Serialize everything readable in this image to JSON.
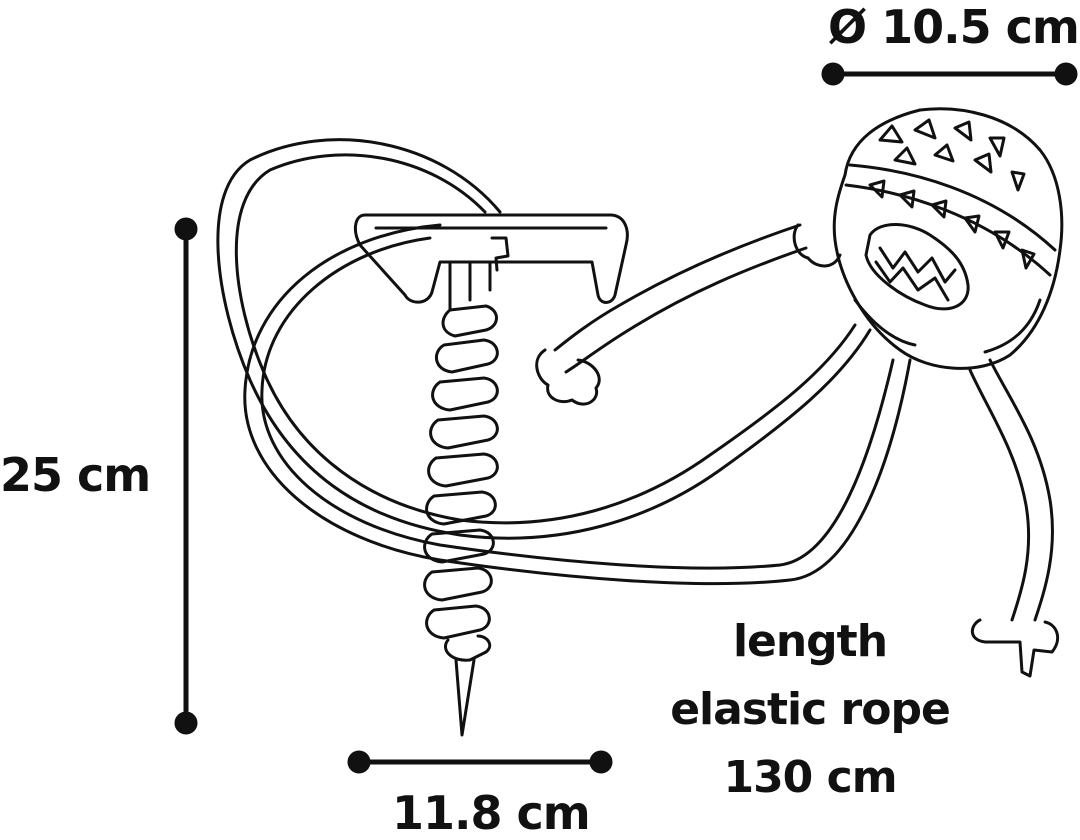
{
  "dimensions": {
    "height": "25 cm",
    "width": "11.8 cm",
    "diameter": "Ø 10.5 cm",
    "rope": {
      "line1": "length",
      "line2": "elastic rope",
      "line3": "130 cm"
    }
  },
  "colors": {
    "ink": "#111111",
    "background": "#ffffff"
  }
}
